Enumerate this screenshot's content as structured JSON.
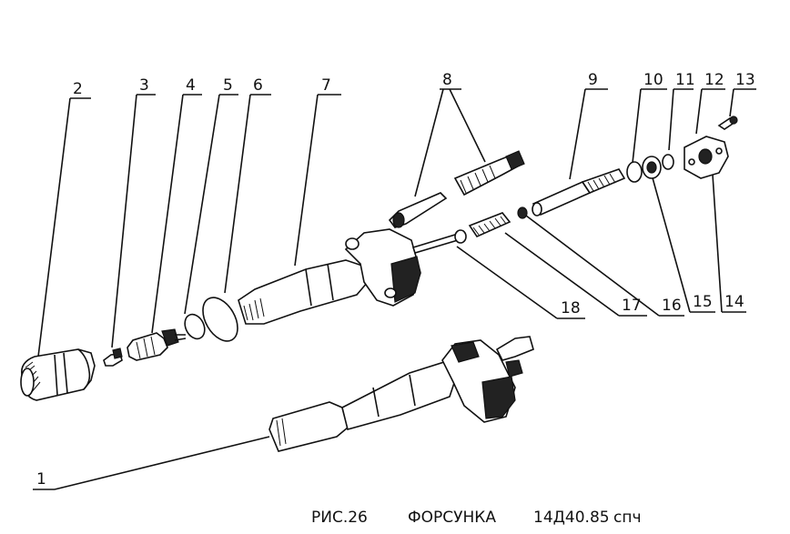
{
  "caption": {
    "figure": "РИС.26",
    "title": "ФОРСУНКА",
    "model": "14Д40.85",
    "model_suffix": "спч"
  },
  "callouts": [
    "1",
    "2",
    "3",
    "4",
    "5",
    "6",
    "7",
    "8",
    "9",
    "10",
    "11",
    "12",
    "13",
    "14",
    "15",
    "16",
    "17",
    "18"
  ]
}
